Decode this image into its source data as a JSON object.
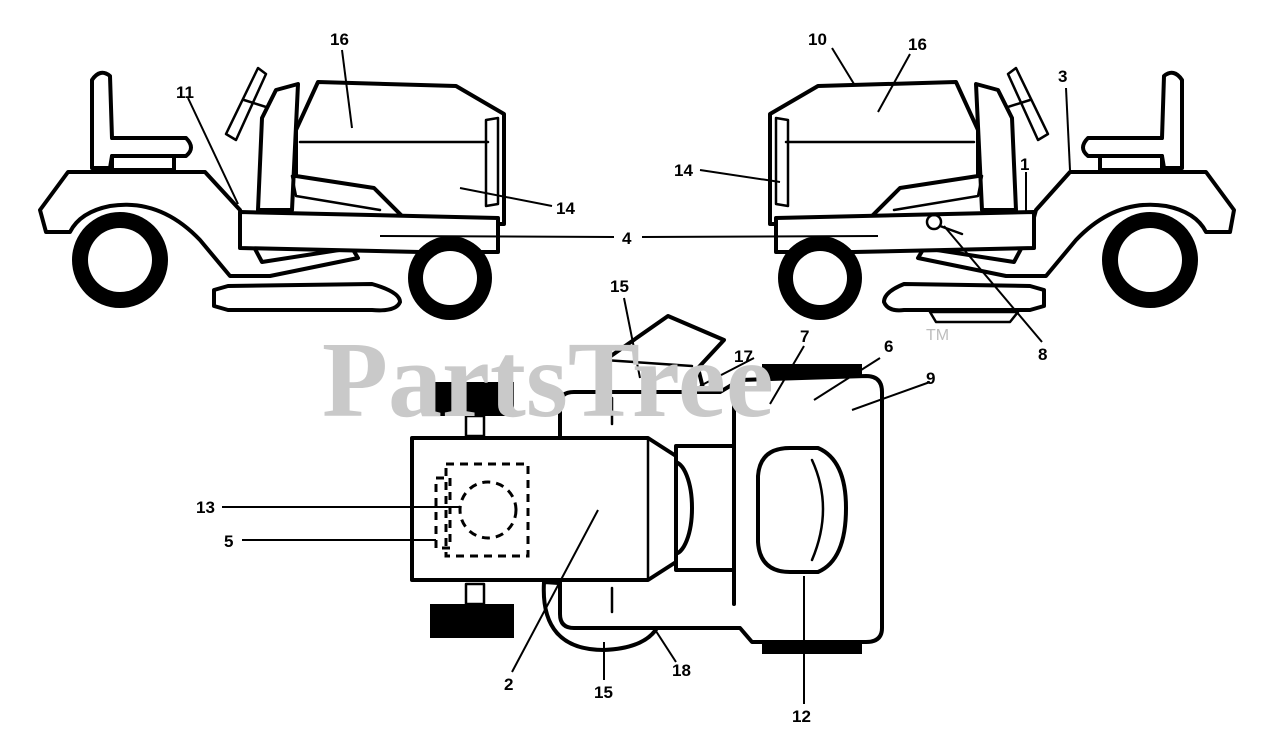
{
  "watermark": {
    "text": "PartsTree",
    "trademark": "TM"
  },
  "callouts": {
    "c1": "1",
    "c2": "2",
    "c3": "3",
    "c4": "4",
    "c5": "5",
    "c6": "6",
    "c7": "7",
    "c8": "8",
    "c9": "9",
    "c10": "10",
    "c11": "11",
    "c12": "12",
    "c13": "13",
    "c14a": "14",
    "c14b": "14",
    "c15a": "15",
    "c15b": "15",
    "c16a": "16",
    "c16b": "16",
    "c17": "17",
    "c18": "18"
  },
  "colors": {
    "line": "#000000",
    "watermark": "#c9c9c9",
    "background": "#ffffff"
  }
}
